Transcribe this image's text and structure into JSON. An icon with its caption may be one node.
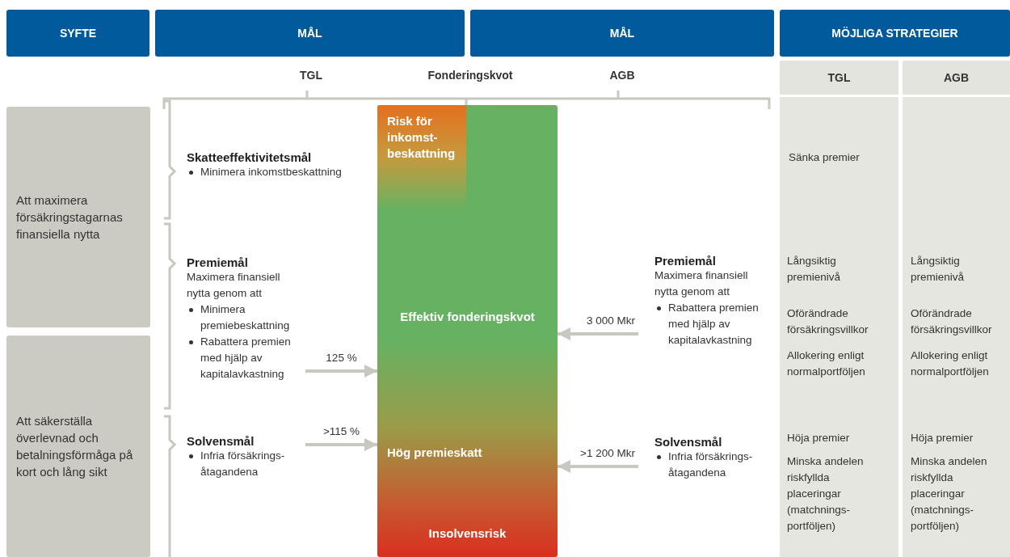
{
  "diagram": {
    "nodes": [
      {
        "text": [
          "SYFTE"
        ]
      },
      {
        "text": [
          "MÅL"
        ]
      },
      {
        "text": [
          "MÅL"
        ]
      },
      {
        "text": [
          "MÖJLIGA STRATEGIER"
        ]
      },
      {
        "text": [
          "TGL"
        ]
      },
      {
        "text": [
          "AGB"
        ]
      },
      {
        "text": [
          "Att maximera försäkringstagarnas finansiella nytta"
        ]
      },
      {
        "text": [
          "Att säkerställa överlevnad och betalningsförmåga på kort och lång sikt"
        ]
      },
      {
        "text": [
          "Risk för inkomst- beskattning",
          "Effektiv fonderingskvot",
          "Hög premieskatt",
          "Insolvensrisk"
        ]
      },
      {
        "text": [
          "Skatteeffektivitetsmål",
          "Minimera inkomstbeskattning"
        ]
      },
      {
        "text": [
          "Premiemål",
          "Maximera finansiell nytta genom att",
          "Minimera premiebeskattning",
          "Rabattera premien med hjälp av kapitalavkastning"
        ]
      },
      {
        "text": [
          "Solvensmål",
          "Infria försäkrings- åtagandena"
        ]
      },
      {
        "text": [
          "Premiemål",
          "Maximera finansiell nytta genom att",
          "Rabattera premien med hjälp av kapitalavkastning"
        ]
      },
      {
        "text": [
          "Solvensmål",
          "Infria försäkrings- åtagandena"
        ]
      }
    ],
    "edges": [
      {
        "from": 10,
        "to": 8,
        "arrow": "to",
        "label": "125 %"
      },
      {
        "from": 11,
        "to": 8,
        "arrow": "to",
        "label": ">115 %"
      },
      {
        "from": 12,
        "to": 8,
        "arrow": "to",
        "label": "3 000 Mkr"
      },
      {
        "from": 13,
        "to": 8,
        "arrow": "to",
        "label": ">1 200 Mkr"
      }
    ],
    "labels": [
      "TGL",
      "Fonderingskvot",
      "AGB",
      "Sänka premier",
      "Långsiktig premienivå",
      "Långsiktig premienivå",
      "Oförändrade försäkringsvillkor",
      "Oförändrade försäkringsvillkor",
      "Allokering enligt normalportföljen",
      "Allokering enligt normalportföljen",
      "Höja premier",
      "Höja premier",
      "Minska andelen riskfyllda placeringar (matchnings- portföljen)",
      "Minska andelen riskfyllda placeringar (matchnings- portföljen)"
    ]
  }
}
